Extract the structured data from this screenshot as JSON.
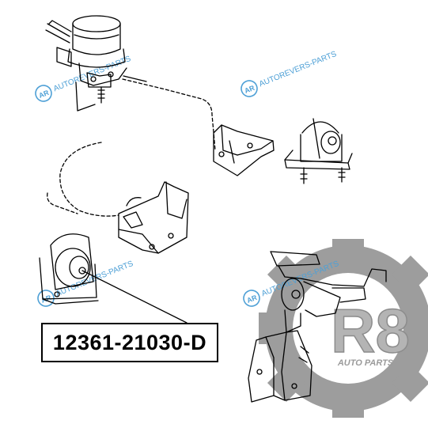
{
  "part_number": "12361-21030-D",
  "watermark": {
    "text": "AUTOREVERS-PARTS",
    "badge": "AR",
    "color": "#4ea0d6"
  },
  "brand_logo": {
    "mark": "R8",
    "tagline": "AUTO PARTS",
    "gear_color": "#8c8c8c",
    "mark_color": "#b4b4b4",
    "tagline_color": "#9b9b9b"
  },
  "drawing": {
    "line_color": "#000000"
  }
}
